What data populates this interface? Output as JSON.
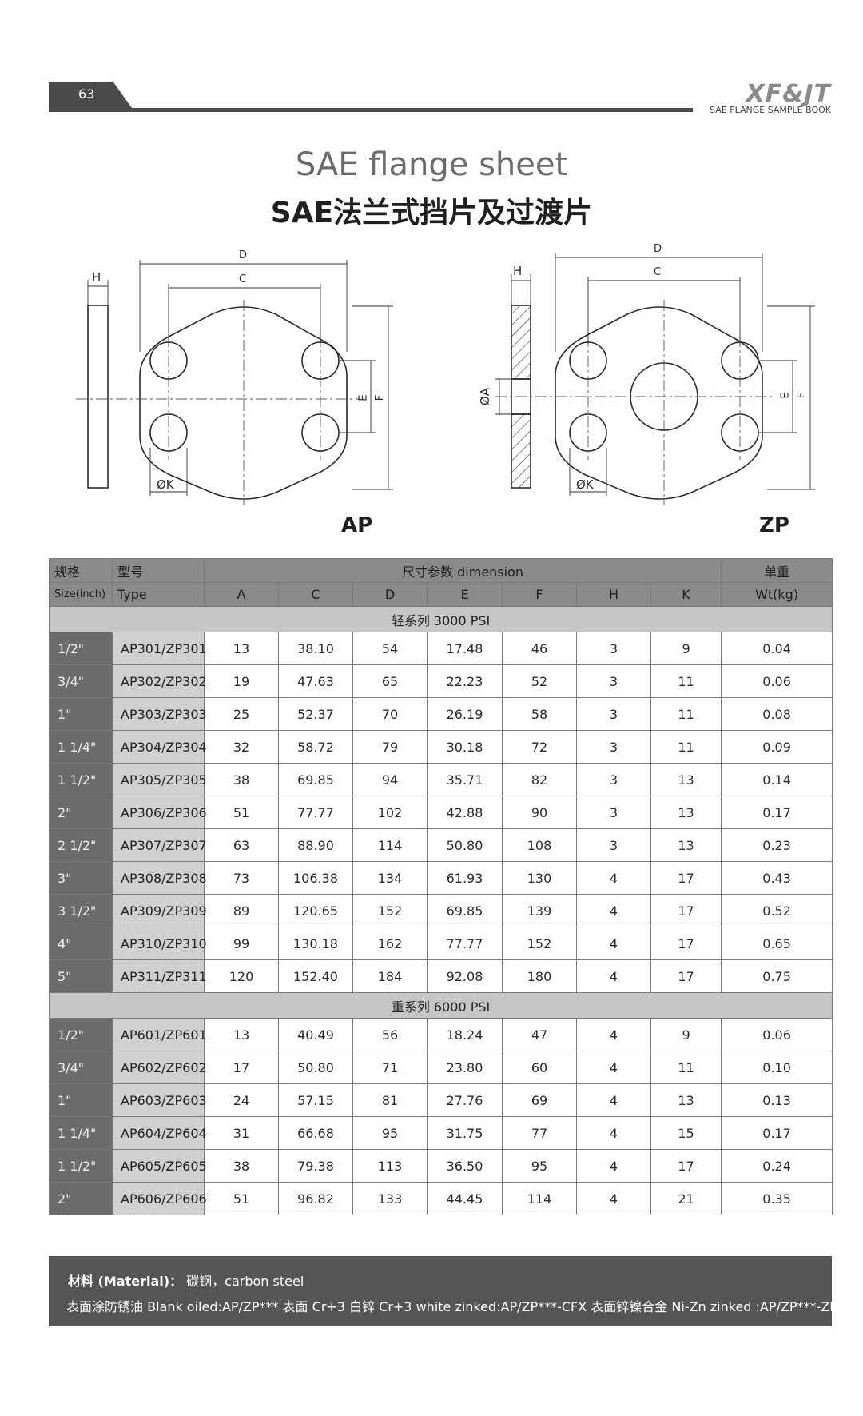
{
  "header": {
    "page_number": "63",
    "brand": "XF&JT",
    "brand_subtitle": "SAE FLANGE SAMPLE BOOK"
  },
  "title": {
    "en": "SAE flange sheet",
    "zh": "SAE法兰式挡片及过渡片"
  },
  "diagrams": {
    "ap": {
      "label": "AP",
      "dims": {
        "h": "H",
        "d": "D",
        "c": "C",
        "e": "E",
        "f": "F",
        "k": "ØK"
      }
    },
    "zp": {
      "label": "ZP",
      "dims": {
        "h": "H",
        "d": "D",
        "c": "C",
        "e": "E",
        "f": "F",
        "k": "ØK",
        "a": "ØA"
      }
    }
  },
  "table": {
    "header_row1": {
      "spec": "规格",
      "model": "型号",
      "dimension": "尺寸参数  dimension",
      "weight": "单重"
    },
    "header_row2": [
      "Size(inch)",
      "Type",
      "A",
      "C",
      "D",
      "E",
      "F",
      "H",
      "K",
      "Wt(kg)"
    ],
    "sections": [
      {
        "title": "轻系列 3000 PSI",
        "rows": [
          [
            "1/2\"",
            "AP301/ZP301",
            "13",
            "38.10",
            "54",
            "17.48",
            "46",
            "3",
            "9",
            "0.04"
          ],
          [
            "3/4\"",
            "AP302/ZP302",
            "19",
            "47.63",
            "65",
            "22.23",
            "52",
            "3",
            "11",
            "0.06"
          ],
          [
            "1\"",
            "AP303/ZP303",
            "25",
            "52.37",
            "70",
            "26.19",
            "58",
            "3",
            "11",
            "0.08"
          ],
          [
            "1 1/4\"",
            "AP304/ZP304",
            "32",
            "58.72",
            "79",
            "30.18",
            "72",
            "3",
            "11",
            "0.09"
          ],
          [
            "1 1/2\"",
            "AP305/ZP305",
            "38",
            "69.85",
            "94",
            "35.71",
            "82",
            "3",
            "13",
            "0.14"
          ],
          [
            "2\"",
            "AP306/ZP306",
            "51",
            "77.77",
            "102",
            "42.88",
            "90",
            "3",
            "13",
            "0.17"
          ],
          [
            "2 1/2\"",
            "AP307/ZP307",
            "63",
            "88.90",
            "114",
            "50.80",
            "108",
            "3",
            "13",
            "0.23"
          ],
          [
            "3\"",
            "AP308/ZP308",
            "73",
            "106.38",
            "134",
            "61.93",
            "130",
            "4",
            "17",
            "0.43"
          ],
          [
            "3 1/2\"",
            "AP309/ZP309",
            "89",
            "120.65",
            "152",
            "69.85",
            "139",
            "4",
            "17",
            "0.52"
          ],
          [
            "4\"",
            "AP310/ZP310",
            "99",
            "130.18",
            "162",
            "77.77",
            "152",
            "4",
            "17",
            "0.65"
          ],
          [
            "5\"",
            "AP311/ZP311",
            "120",
            "152.40",
            "184",
            "92.08",
            "180",
            "4",
            "17",
            "0.75"
          ]
        ]
      },
      {
        "title": "重系列 6000 PSI",
        "rows": [
          [
            "1/2\"",
            "AP601/ZP601",
            "13",
            "40.49",
            "56",
            "18.24",
            "47",
            "4",
            "9",
            "0.06"
          ],
          [
            "3/4\"",
            "AP602/ZP602",
            "17",
            "50.80",
            "71",
            "23.80",
            "60",
            "4",
            "11",
            "0.10"
          ],
          [
            "1\"",
            "AP603/ZP603",
            "24",
            "57.15",
            "81",
            "27.76",
            "69",
            "4",
            "13",
            "0.13"
          ],
          [
            "1 1/4\"",
            "AP604/ZP604",
            "31",
            "66.68",
            "95",
            "31.75",
            "77",
            "4",
            "15",
            "0.17"
          ],
          [
            "1 1/2\"",
            "AP605/ZP605",
            "38",
            "79.38",
            "113",
            "36.50",
            "95",
            "4",
            "17",
            "0.24"
          ],
          [
            "2\"",
            "AP606/ZP606",
            "51",
            "96.82",
            "133",
            "44.45",
            "114",
            "4",
            "21",
            "0.35"
          ]
        ]
      }
    ]
  },
  "footer": {
    "material_label": "材料 (Material)：",
    "material_value": "碳钢，carbon steel",
    "finishes": "表面涂防锈油 Blank oiled:AP/ZP***  表面 Cr+3 白锌  Cr+3 white zinked:AP/ZP***-CFX     表面锌镍合金 Ni-Zn zinked :AP/ZP***-ZN"
  }
}
